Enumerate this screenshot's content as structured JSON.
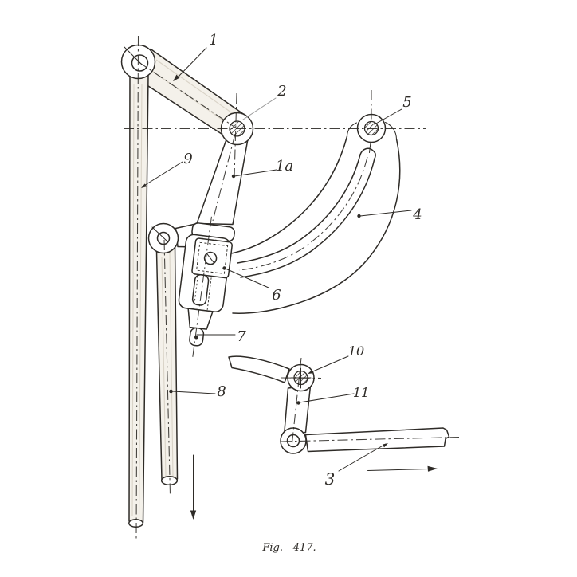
{
  "figure": {
    "caption": "Fig. - 417.",
    "labels": [
      {
        "id": "1",
        "text": "1"
      },
      {
        "id": "2",
        "text": "2"
      },
      {
        "id": "5",
        "text": "5"
      },
      {
        "id": "9",
        "text": "9"
      },
      {
        "id": "1a",
        "text": "1a"
      },
      {
        "id": "4",
        "text": "4"
      },
      {
        "id": "6",
        "text": "6"
      },
      {
        "id": "7",
        "text": "7"
      },
      {
        "id": "8",
        "text": "8"
      },
      {
        "id": "10",
        "text": "10"
      },
      {
        "id": "11",
        "text": "11"
      },
      {
        "id": "3",
        "text": "3"
      }
    ],
    "colors": {
      "ink": "#2e2b27",
      "paper": "#ffffff",
      "shade": "#f4f1ea",
      "light_leader": "#9b9b9b"
    }
  }
}
